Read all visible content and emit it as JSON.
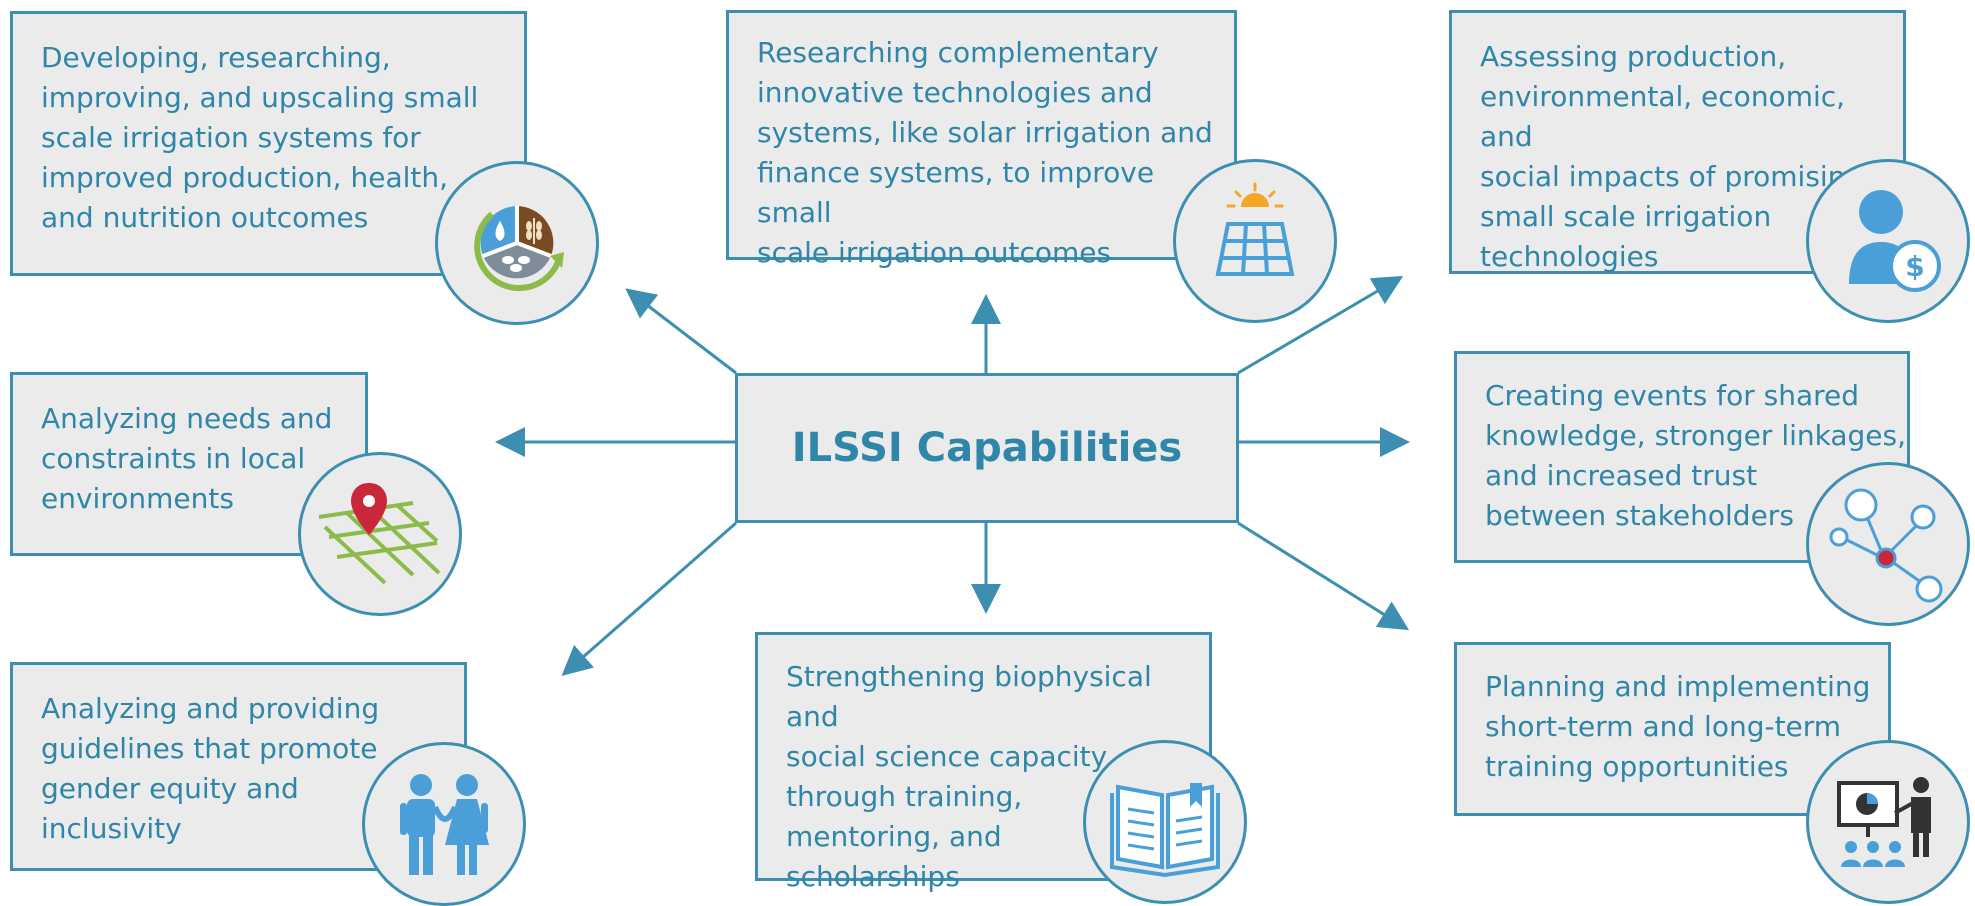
{
  "center": {
    "title": "ILSSI Capabilities"
  },
  "capabilities": [
    {
      "text": [
        "Developing, researching,",
        "improving, and upscaling small",
        "scale irrigation systems for",
        "improved production, health,",
        "and nutrition outcomes"
      ],
      "icon": "food-water-cycle-icon"
    },
    {
      "text": [
        "Researching complementary",
        "innovative technologies and",
        "systems, like solar irrigation and",
        "finance systems, to improve small",
        "scale irrigation outcomes"
      ],
      "icon": "solar-panel-icon"
    },
    {
      "text": [
        "Assessing production,",
        "environmental, economic, and",
        "social impacts of promising",
        "small scale irrigation",
        "technologies"
      ],
      "icon": "person-dollar-icon"
    },
    {
      "text": [
        "Analyzing needs and",
        "constraints in local",
        "environments"
      ],
      "icon": "map-pin-icon"
    },
    {
      "text": [
        "Creating events for shared",
        "knowledge, stronger linkages,",
        "and increased trust",
        "between stakeholders"
      ],
      "icon": "network-icon"
    },
    {
      "text": [
        "Analyzing and providing",
        "guidelines that promote",
        "gender equity and",
        "inclusivity"
      ],
      "icon": "couple-icon"
    },
    {
      "text": [
        "Strengthening biophysical and",
        "social science capacity",
        "through training,",
        "mentoring, and",
        "scholarships"
      ],
      "icon": "open-book-icon"
    },
    {
      "text": [
        "Planning and implementing",
        "short-term and long-term",
        "training opportunities"
      ],
      "icon": "presentation-icon"
    }
  ],
  "colors": {
    "accent": "#3c8fb0",
    "box_fill": "#ebebeb",
    "icon_blue": "#4a9fd8",
    "pin_red": "#c8283a",
    "map_green": "#8dbb4a",
    "sun_orange": "#f5a623"
  }
}
